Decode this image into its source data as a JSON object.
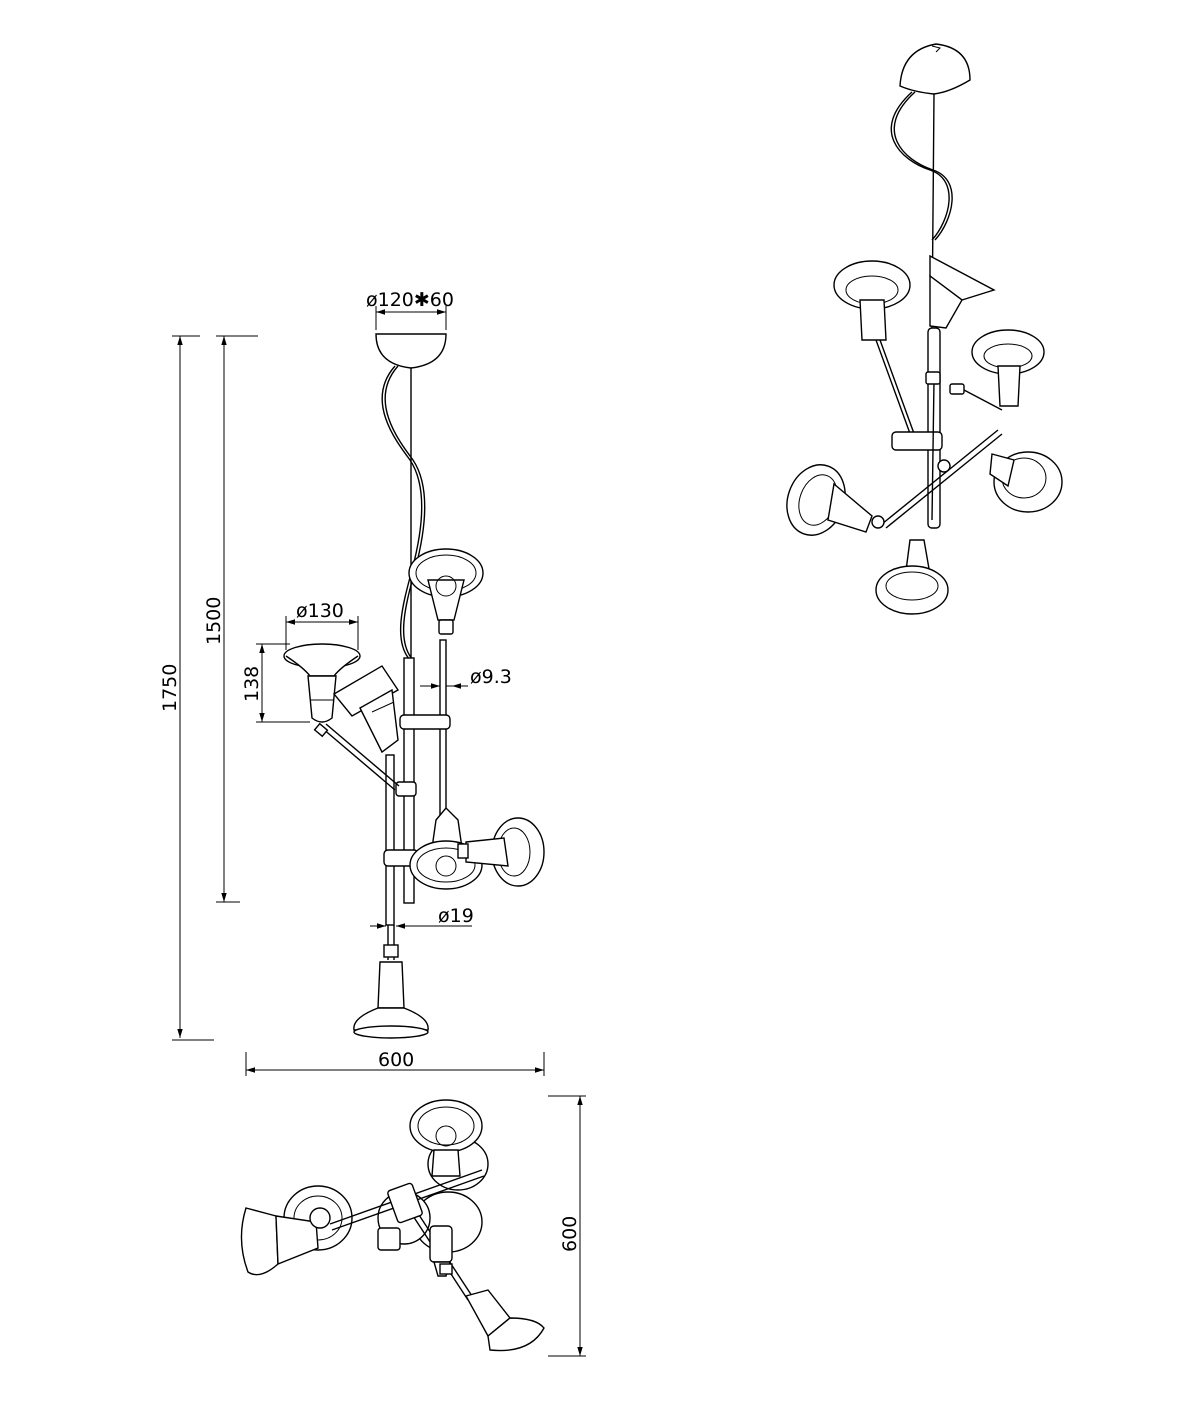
{
  "dimensions": {
    "canopy": "ø120✱60",
    "shade_diameter": "ø130",
    "shade_height": "138",
    "rod_small": "ø9.3",
    "rod_large": "ø19",
    "height_body": "1500",
    "height_total": "1750",
    "width_front": "600",
    "width_top": "600"
  },
  "colors": {
    "line": "#000000",
    "background": "#ffffff"
  }
}
